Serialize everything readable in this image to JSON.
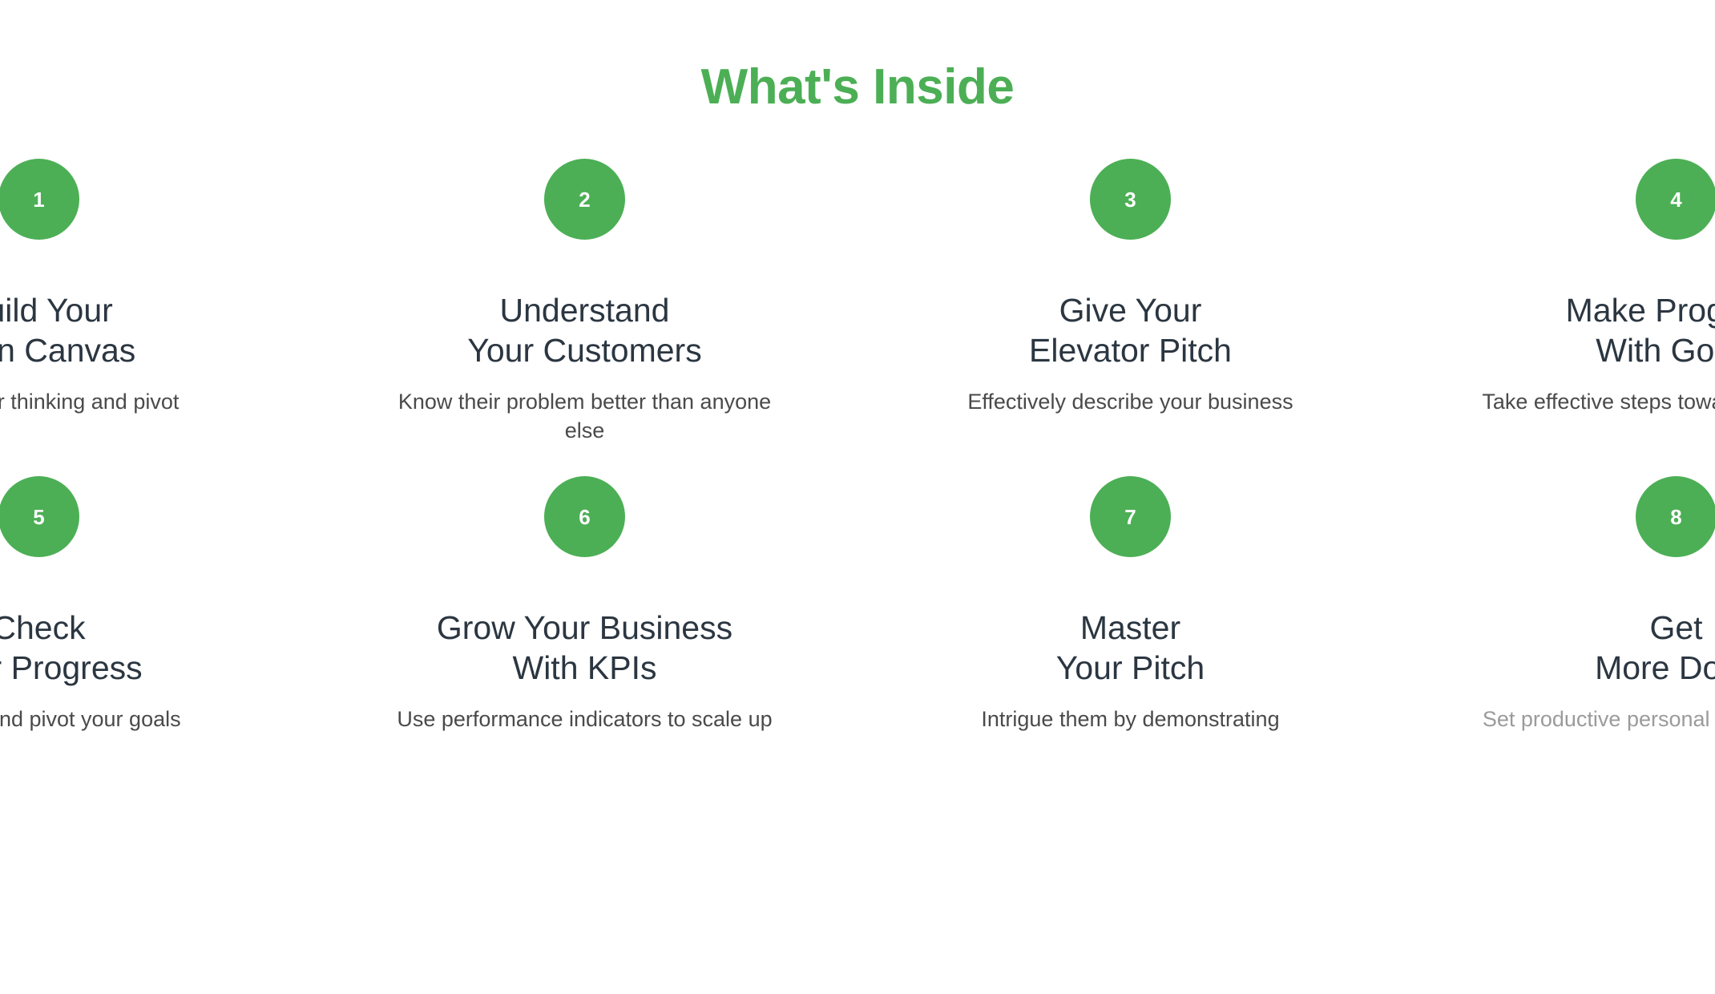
{
  "section": {
    "title": "What's Inside",
    "title_color": "#4CAF55"
  },
  "theme": {
    "accent_green": "#4CAF55",
    "heading_color": "#2b3641",
    "description_color": "#4a4a4a",
    "description_muted_color": "#9b9b9b",
    "background": "#ffffff"
  },
  "cards": [
    {
      "number": "1",
      "title": "Build Your\nLean Canvas",
      "description": "Share your thinking and pivot",
      "muted": false
    },
    {
      "number": "2",
      "title": "Understand\nYour Customers",
      "description": "Know their problem better than anyone else",
      "muted": false
    },
    {
      "number": "3",
      "title": "Give Your\nElevator Pitch",
      "description": "Effectively describe your business",
      "muted": false
    },
    {
      "number": "4",
      "title": "Make Progress\nWith Goals",
      "description": "Take effective steps towards goal setting",
      "muted": false
    },
    {
      "number": "5",
      "title": "Check\nYour Progress",
      "description": "Measure and pivot your goals",
      "muted": false
    },
    {
      "number": "6",
      "title": "Grow Your Business\nWith KPIs",
      "description": "Use performance indicators to scale up",
      "muted": false
    },
    {
      "number": "7",
      "title": "Master\nYour Pitch",
      "description": "Intrigue them by demonstrating",
      "muted": false
    },
    {
      "number": "8",
      "title": "Get\nMore Done",
      "description": "Set productive personal and team habits",
      "muted": true
    }
  ]
}
